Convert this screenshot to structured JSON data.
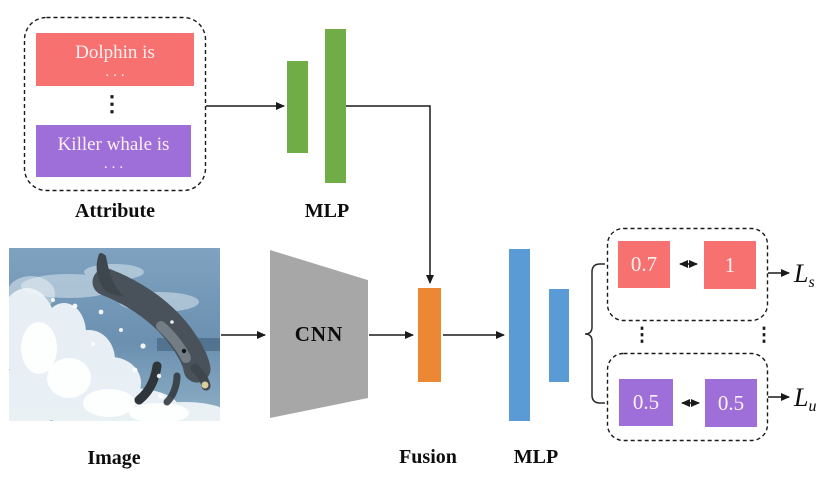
{
  "colors": {
    "salmon": "#F77170",
    "purple": "#9E6FD9",
    "green": "#70AD47",
    "orange": "#EC8733",
    "blue": "#5B9BD5",
    "gray": "#A7A7A7"
  },
  "attribute_branch": {
    "panel_label": "Attribute",
    "mlp_label": "MLP",
    "seen_attribute": {
      "text": "Dolphin is",
      "ellipsis": "..."
    },
    "unseen_attribute": {
      "text": "Killer whale is",
      "ellipsis": "..."
    },
    "dots": "⋮"
  },
  "image_branch": {
    "panel_label": "Image",
    "cnn_label": "CNN"
  },
  "fusion": {
    "label": "Fusion"
  },
  "joint_mlp": {
    "label": "MLP"
  },
  "scores": {
    "seen": {
      "predicted": "0.7",
      "target": "1"
    },
    "unseen": {
      "predicted": "0.5",
      "target": "0.5"
    },
    "dots_left": "⋮",
    "dots_right": "⋮"
  },
  "losses": {
    "seen": {
      "base": "L",
      "sub": "s"
    },
    "unseen": {
      "base": "L",
      "sub": "u"
    }
  }
}
